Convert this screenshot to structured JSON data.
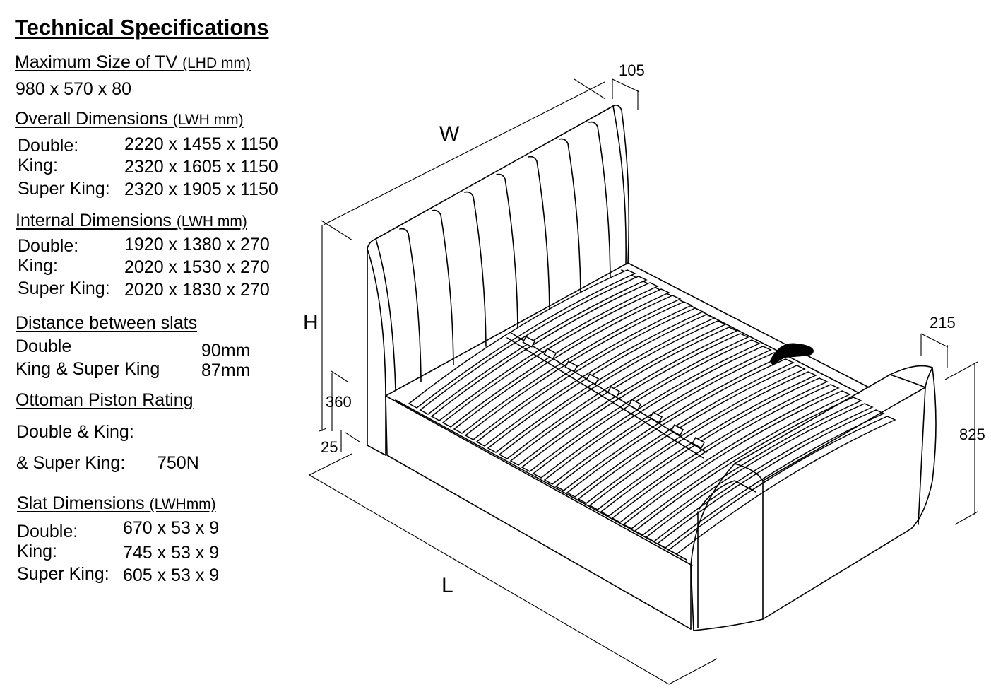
{
  "title": "Technical Specifications",
  "tv": {
    "heading": "Maximum Size of TV",
    "unit": "(LHD mm)",
    "value": "980 x 570 x 80"
  },
  "overall": {
    "heading": "Overall Dimensions",
    "unit": "(LWH mm)",
    "rows": [
      {
        "label": "Double:",
        "value": "2220 x 1455 x 1150"
      },
      {
        "label": "King:",
        "value": "2320 x 1605 x 1150"
      },
      {
        "label": "Super King:",
        "value": "2320 x 1905 x 1150"
      }
    ]
  },
  "internal": {
    "heading": "Internal Dimensions",
    "unit": "(LWH mm)",
    "rows": [
      {
        "label": "Double:",
        "value": "1920 x 1380 x 270"
      },
      {
        "label": "King:",
        "value": "2020 x 1530 x 270"
      },
      {
        "label": "Super King:",
        "value": "2020 x 1830 x 270"
      }
    ]
  },
  "slats_distance": {
    "heading": "Distance between slats",
    "rows": [
      {
        "label": "Double",
        "value": "90mm"
      },
      {
        "label": "King & Super King",
        "value": "87mm"
      }
    ]
  },
  "piston": {
    "heading": "Ottoman Piston Rating",
    "line1": "Double & King:",
    "line2_label": "& Super King:",
    "line2_value": "750N"
  },
  "slat_dims": {
    "heading": "Slat Dimensions",
    "unit": "(LWHmm)",
    "rows": [
      {
        "label": "Double:",
        "value": "670 x 53  x 9"
      },
      {
        "label": "King:",
        "value": "745 x 53 x 9"
      },
      {
        "label": "Super King:",
        "value": "605 x 53  x 9"
      }
    ]
  },
  "diagram": {
    "label_w": "W",
    "label_h": "H",
    "label_l": "L",
    "dim_105": "105",
    "dim_215": "215",
    "dim_360": "360",
    "dim_25": "25",
    "dim_825": "825"
  }
}
